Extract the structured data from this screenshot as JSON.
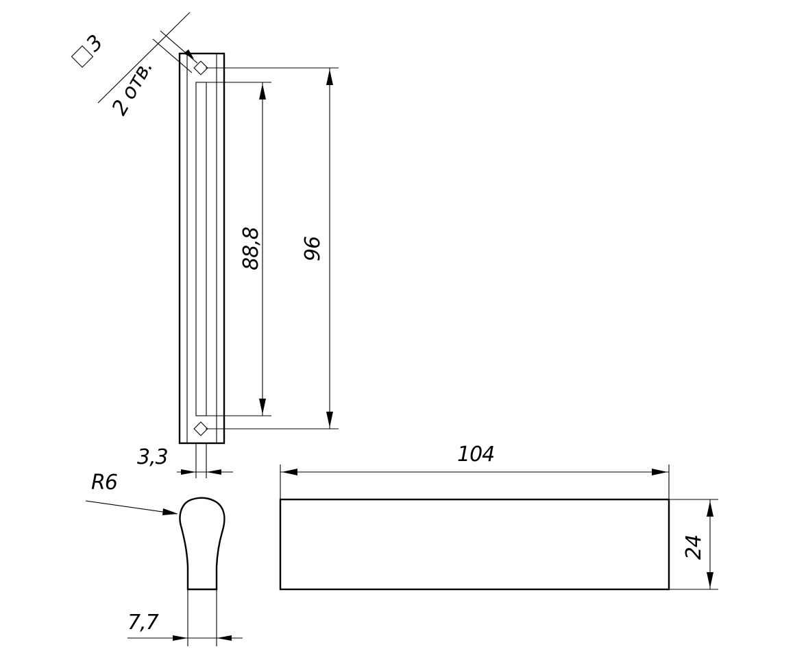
{
  "drawing": {
    "hole_callout": {
      "size": "3",
      "count_note": "2 отв."
    },
    "dimensions": {
      "slot_length": "88,8",
      "hole_spacing": "96",
      "slot_width": "3,3",
      "radius": "R6",
      "neck_width": "7,7",
      "length": "104",
      "height": "24"
    }
  }
}
